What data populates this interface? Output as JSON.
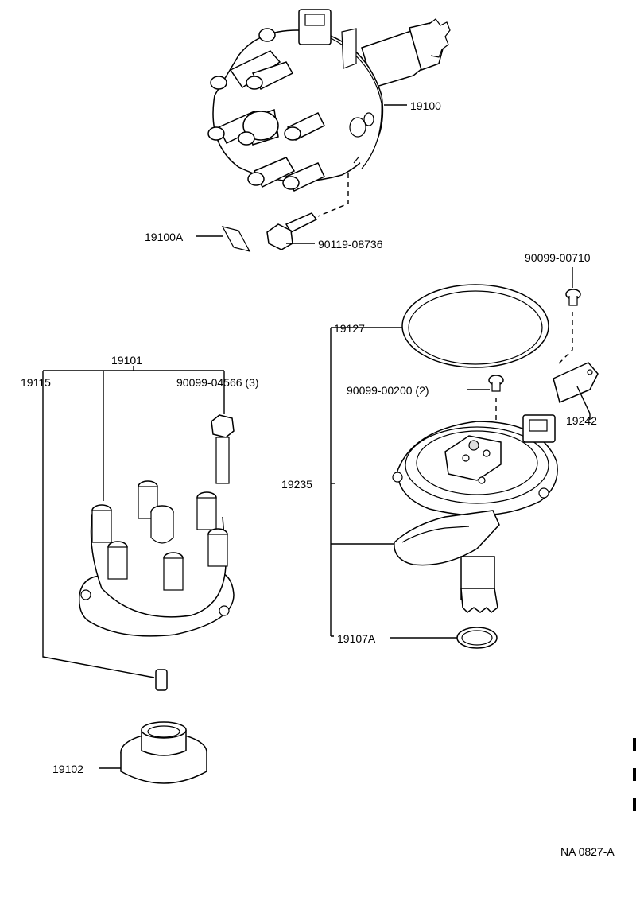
{
  "labels": {
    "p19100": "19100",
    "p19100A": "19100A",
    "p90119_08736": "90119-08736",
    "p90099_00710": "90099-00710",
    "p19127": "19127",
    "p19101": "19101",
    "p19115": "19115",
    "p90099_04566": "90099-04566 (3)",
    "p90099_00200": "90099-00200 (2)",
    "p19242": "19242",
    "p19235": "19235",
    "p19107A": "19107A",
    "p19102": "19102",
    "figure_code": "NA  0827-A"
  }
}
